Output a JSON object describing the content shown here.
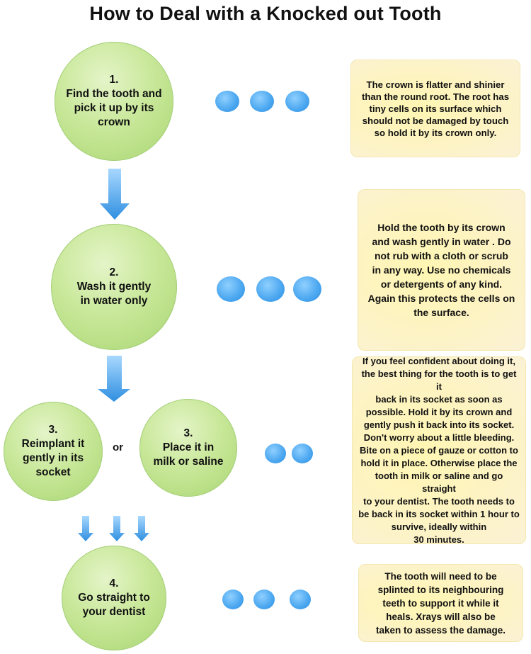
{
  "title": "How to Deal with a Knocked out Tooth",
  "steps": [
    {
      "num": "1.",
      "label": "Find the tooth and pick it up by its crown"
    },
    {
      "num": "2.",
      "label": "Wash it gently in water only"
    },
    {
      "num": "3.",
      "label": "Reimplant it gently in its socket"
    },
    {
      "num": "3.",
      "label": "Place it in milk or saline"
    },
    {
      "num": "4.",
      "label": "Go straight to your dentist"
    }
  ],
  "or_label": "or",
  "notes": [
    "The crown is flatter and shinier\nthan the round root. The root has\ntiny cells on its surface which\nshould not be damaged by touch\nso  hold it by its crown only.",
    "Hold the tooth by its crown\nand wash gently in water . Do\nnot rub with a cloth or  scrub\nin any way. Use no chemicals\nor detergents of any kind.\nAgain this protects the cells on\nthe surface.",
    "If you feel confident about doing it,\nthe best thing for the tooth is to get it\nback in its socket as soon as\npossible. Hold it by its crown and\ngently push it back into its socket.\nDon't worry about a little bleeding.\nBite on a piece of gauze or cotton to\nhold it in place. Otherwise place the\ntooth in milk or saline and go straight\nto your dentist. The tooth needs to\nbe back in its socket within 1 hour to\nsurvive, ideally within\n30 minutes.",
    "The tooth will need to  be\nsplinted to its neighbouring\nteeth to support it while it\nheals.  Xrays will also  be\ntaken to assess the damage."
  ],
  "colors": {
    "circle_fill": "#c9e89a",
    "note_fill": "#fdf3c2",
    "arrow": "#3f9ae6",
    "dot": "#4aa6ef"
  }
}
